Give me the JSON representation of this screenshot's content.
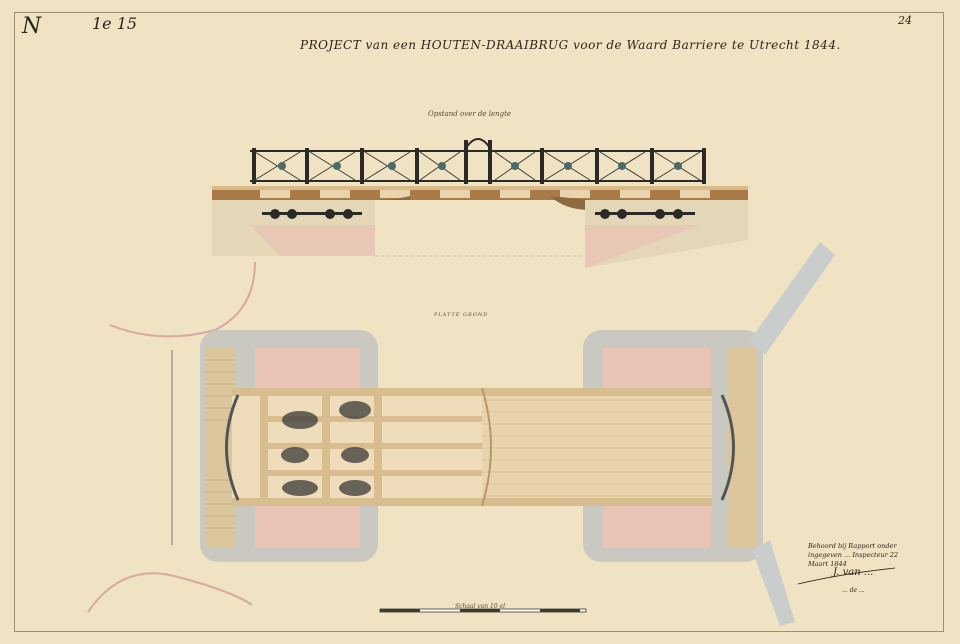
{
  "document": {
    "no_mark": "N",
    "no_value": "1e 15",
    "corner_number": "24",
    "title": "PROJECT van een HOUTEN-DRAAIBRUG voor de Waard Barriere te Utrecht 1844.",
    "elevation_caption": "Opstand over de lengte",
    "plan_caption": "PLATTE GROND",
    "scale_caption": "Schaal van 10 el",
    "approval_note": "Behoord bij Rapport onder ingegeven ... Inspecteur 22 Maart 1844",
    "signature": "J. van ...",
    "signature_sub": "... de ..."
  },
  "colors": {
    "paper": "#efe3c3",
    "wood_light": "#e9d4ad",
    "wood_dark": "#a87a48",
    "masonry_pink": "#e9c3b6",
    "stone_grey": "#c9c9c2",
    "iron_dark": "#2c2a27"
  }
}
